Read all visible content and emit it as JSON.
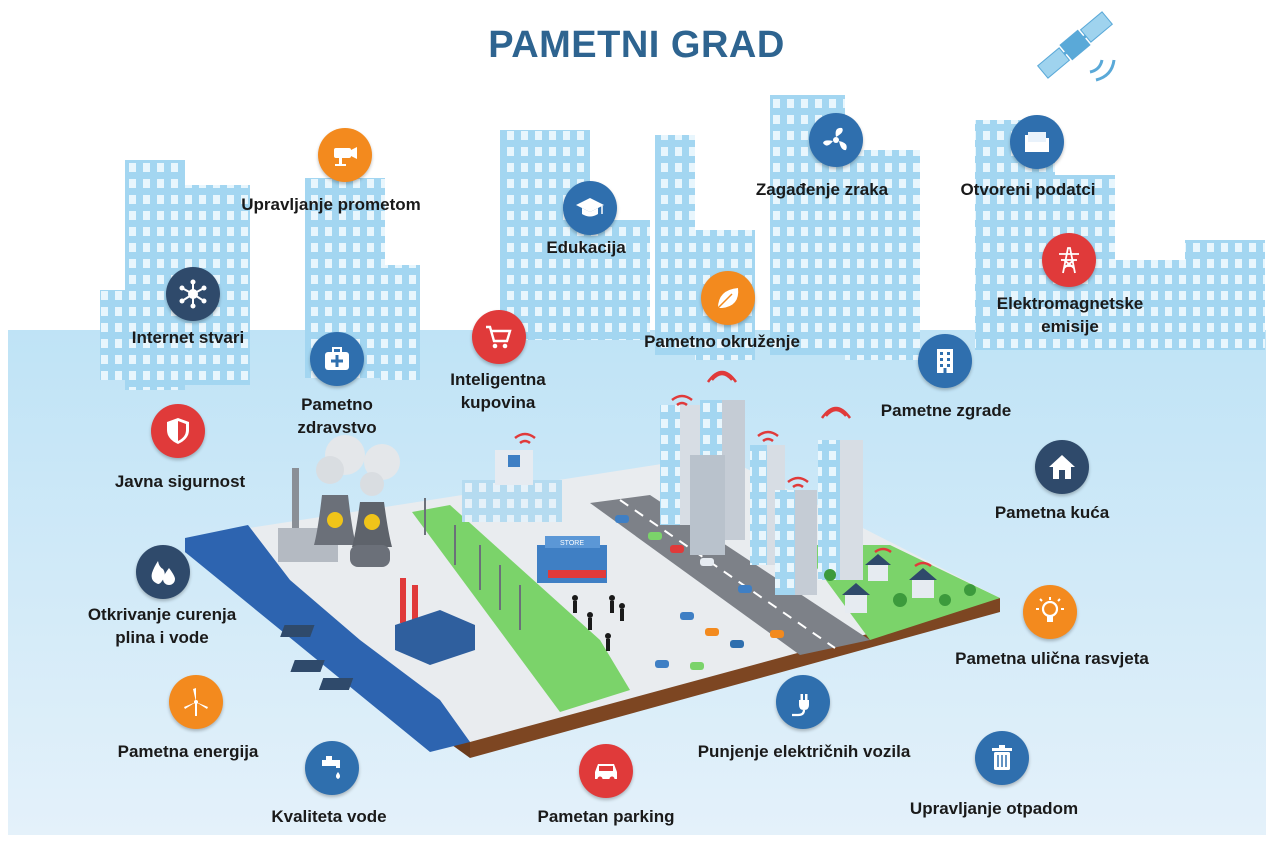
{
  "title": "PAMETNI GRAD",
  "colors": {
    "title": "#2e6490",
    "orange": "#f38a1e",
    "red": "#e03a3a",
    "navy": "#2f4a6b",
    "blue": "#2f6fae",
    "sky": "#cfe7f5",
    "buildings": "#9fd3ee",
    "grass": "#7bd36a",
    "river": "#2d64b0"
  },
  "features": [
    {
      "id": "upravljanje-prometom",
      "icon": "traffic-camera-icon",
      "color": "#f38a1e",
      "lines": [
        "Upravljanje prometom"
      ]
    },
    {
      "id": "edukacija",
      "icon": "graduation-cap-icon",
      "color": "#2f6fae",
      "lines": [
        "Edukacija"
      ]
    },
    {
      "id": "zagadjenje-zraka",
      "icon": "fan-icon",
      "color": "#2f6fae",
      "lines": [
        "Zagađenje zraka"
      ]
    },
    {
      "id": "otvoreni-podatci",
      "icon": "folder-icon",
      "color": "#2f6fae",
      "lines": [
        "Otvoreni podatci"
      ]
    },
    {
      "id": "internet-stvari",
      "icon": "network-hub-icon",
      "color": "#2f4a6b",
      "lines": [
        "Internet stvari"
      ]
    },
    {
      "id": "elektromagnetske-emisije",
      "icon": "power-tower-icon",
      "color": "#e03a3a",
      "lines": [
        "Elektromagnetske",
        "emisije"
      ]
    },
    {
      "id": "pametno-okruzenje",
      "icon": "leaf-icon",
      "color": "#f38a1e",
      "lines": [
        "Pametno okruženje"
      ]
    },
    {
      "id": "inteligentna-kupovina",
      "icon": "shopping-cart-icon",
      "color": "#e03a3a",
      "lines": [
        "Inteligentna",
        "kupovina"
      ]
    },
    {
      "id": "pametno-zdravstvo",
      "icon": "medical-kit-icon",
      "color": "#2f6fae",
      "lines": [
        "Pametno",
        "zdravstvo"
      ]
    },
    {
      "id": "pametne-zgrade",
      "icon": "building-icon",
      "color": "#2f6fae",
      "lines": [
        "Pametne zgrade"
      ]
    },
    {
      "id": "javna-sigurnost",
      "icon": "shield-icon",
      "color": "#e03a3a",
      "lines": [
        "Javna sigurnost"
      ]
    },
    {
      "id": "pametna-kuca",
      "icon": "house-icon",
      "color": "#2f4a6b",
      "lines": [
        "Pametna kuća"
      ]
    },
    {
      "id": "otkrivanje-curenja",
      "icon": "flame-drop-icon",
      "color": "#2f4a6b",
      "lines": [
        "Otkrivanje curenja",
        "plina i vode"
      ]
    },
    {
      "id": "pametna-ulicna-rasvjeta",
      "icon": "light-bulb-icon",
      "color": "#f38a1e",
      "lines": [
        "Pametna ulična rasvjeta"
      ]
    },
    {
      "id": "pametna-energija",
      "icon": "wind-turbine-icon",
      "color": "#f38a1e",
      "lines": [
        "Pametna energija"
      ]
    },
    {
      "id": "punjenje-vozila",
      "icon": "plug-icon",
      "color": "#2f6fae",
      "lines": [
        "Punjenje električnih vozila"
      ]
    },
    {
      "id": "kvaliteta-vode",
      "icon": "water-tap-icon",
      "color": "#2f6fae",
      "lines": [
        "Kvaliteta vode"
      ]
    },
    {
      "id": "pametan-parking",
      "icon": "car-icon",
      "color": "#e03a3a",
      "lines": [
        "Pametan parking"
      ]
    },
    {
      "id": "upravljanje-otpadom",
      "icon": "trash-bin-icon",
      "color": "#2f6fae",
      "lines": [
        "Upravljanje otpadom"
      ]
    }
  ],
  "store_sign": "STORE"
}
